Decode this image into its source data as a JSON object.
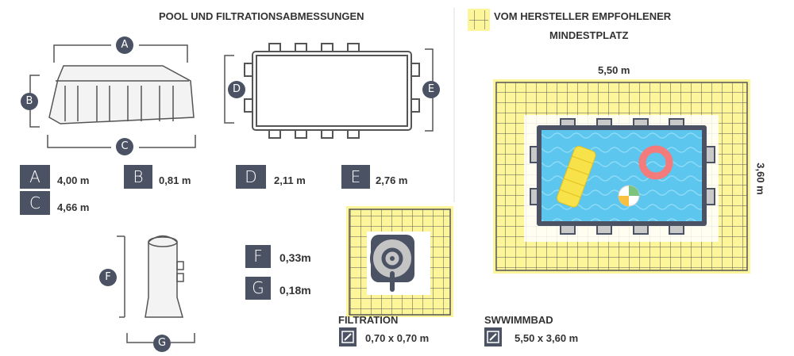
{
  "title": "POOL UND FILTRATIONSABMESSUNGEN",
  "legend": {
    "line1": "VOM HERSTELLER EMPFOHLENER",
    "line2": "MINDESTPLATZ"
  },
  "markers": {
    "A": "A",
    "B": "B",
    "C": "C",
    "D": "D",
    "E": "E",
    "F": "F",
    "G": "G"
  },
  "dimensions": {
    "A": "4,00 m",
    "B": "0,81 m",
    "C": "4,66 m",
    "D": "2,11 m",
    "E": "2,76 m",
    "F": "0,33m",
    "G": "0,18m"
  },
  "space": {
    "width_label": "5,50 m",
    "height_label": "3,60 m",
    "filtration": {
      "label": "FILTRATION",
      "size": "0,70 x 0,70 m"
    },
    "pool": {
      "label": "SWWIMMBAD",
      "size": "5,50 x 3,60 m"
    }
  },
  "colors": {
    "dark": "#4a5263",
    "yellow": "#fdf59a",
    "water": "#5fc8ef"
  }
}
